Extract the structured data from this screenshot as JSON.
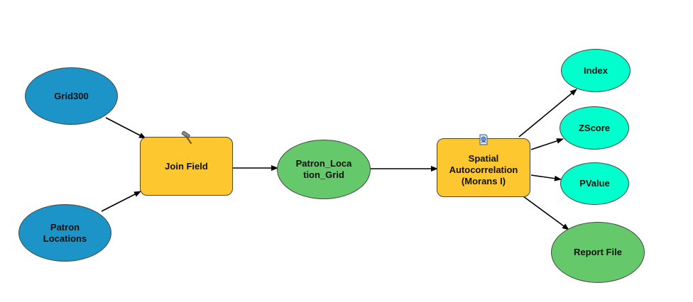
{
  "colors": {
    "input": "#1d94c8",
    "tool": "#fdc82f",
    "derived": "#65c96b",
    "output_value": "#00ffcc",
    "connector": "#000000"
  },
  "nodes": {
    "grid300": {
      "label": "Grid300",
      "kind": "input"
    },
    "patron_locations": {
      "label": "Patron\nLocations",
      "kind": "input"
    },
    "join_field": {
      "label": "Join Field",
      "kind": "tool",
      "icon": "hammer-icon"
    },
    "patron_location_grid": {
      "label": "Patron_Loca\ntion_Grid",
      "kind": "derived"
    },
    "spatial_autocorrelation": {
      "label": "Spatial\nAutocorrelation\n(Morans I)",
      "kind": "tool",
      "icon": "script-tool-icon"
    },
    "index": {
      "label": "Index",
      "kind": "output_value"
    },
    "zscore": {
      "label": "ZScore",
      "kind": "output_value"
    },
    "pvalue": {
      "label": "PValue",
      "kind": "output_value"
    },
    "report_file": {
      "label": "Report File",
      "kind": "derived"
    }
  }
}
